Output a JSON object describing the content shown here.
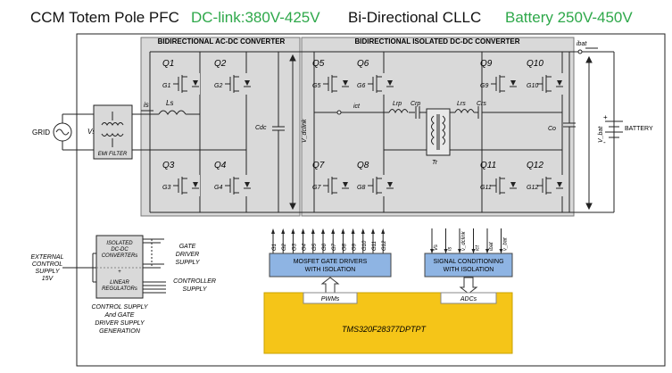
{
  "header": {
    "pfc_title": "CCM Totem Pole PFC",
    "dc_link": "DC-link:380V-425V",
    "cllc_title": "Bi-Directional  CLLC",
    "battery_range": "Battery 250V-450V",
    "green": "#2ea84a"
  },
  "colors": {
    "panel": "#d9d9d9",
    "blue_box": "#8eb4e3",
    "dsp": "#f5c518",
    "grid_line": "#222222"
  },
  "ac_dc": {
    "title": "BIDIRECTIONAL AC-DC CONVERTER",
    "switches": [
      "Q1",
      "Q2",
      "Q3",
      "Q4"
    ],
    "gates": [
      "G1",
      "G2",
      "G3",
      "G4"
    ],
    "inductor": "Ls",
    "current": "is",
    "cap": "Cdc"
  },
  "dc_dc": {
    "title": "BIDIRECTIONAL ISOLATED DC-DC CONVERTER",
    "switches": [
      "Q5",
      "Q6",
      "Q7",
      "Q8",
      "Q9",
      "Q10",
      "Q11",
      "Q12"
    ],
    "gates": [
      "G5",
      "G6",
      "G7",
      "G8",
      "G9",
      "G10",
      "G11",
      "G12"
    ],
    "lrp": "Lrp",
    "crp": "Crp",
    "lrs": "Lrs",
    "crs": "Crs",
    "transformer": "Tr",
    "ict": "ict",
    "ibat": "ibat",
    "v_dclink": "V_dclink",
    "v_bat": "V_bat",
    "co": "Co"
  },
  "input": {
    "grid": "GRID",
    "vs": "Vs",
    "emi": "EMI FILTER"
  },
  "battery": {
    "label": "BATTERY",
    "plus": "+",
    "minus": "-"
  },
  "supply": {
    "external": [
      "EXTERNAL",
      "CONTROL",
      "SUPPLY",
      "15V"
    ],
    "isolated": [
      "ISOLATED",
      "DC-DC",
      "CONVERTERs"
    ],
    "dot": "+",
    "linear": [
      "LINEAR",
      "REGULATORs"
    ],
    "gate_driver": [
      "GATE",
      "DRIVER",
      "SUPPLY"
    ],
    "controller": [
      "CONTROLLER",
      "SUPPLY"
    ],
    "caption": [
      "CONTROL SUPPLY",
      "And GATE",
      "DRIVER SUPPLY",
      "GENERATION"
    ]
  },
  "control": {
    "gate_signals": [
      "G1",
      "G2",
      "G3",
      "G4",
      "G5",
      "G6",
      "G7",
      "G8",
      "G9",
      "G10",
      "G11",
      "G12"
    ],
    "mosfet_box": [
      "MOSFET GATE DRIVERS",
      "WITH ISOLATION"
    ],
    "sense_signals": [
      "Vs",
      "is",
      "v_dclink",
      "ict",
      "ibat",
      "v_bat"
    ],
    "signal_box": [
      "SIGNAL CONDITIONING",
      "WITH ISOLATION"
    ],
    "pwm": "PWMs",
    "adc": "ADCs",
    "dsp": "TMS320F28377DPTPT"
  }
}
